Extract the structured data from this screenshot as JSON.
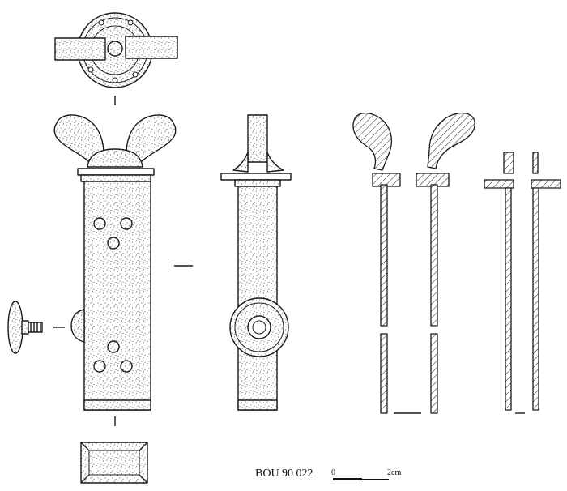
{
  "catalogue_number": "BOU 90 022",
  "scale_bar": {
    "start_label": "0",
    "end_label": "2cm"
  }
}
